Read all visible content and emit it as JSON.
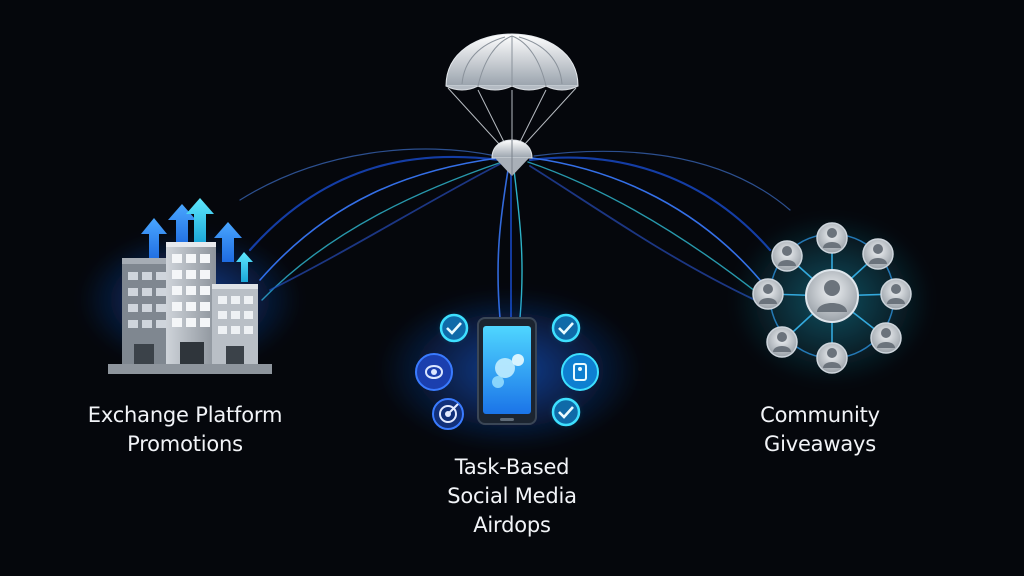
{
  "nodes": {
    "exchange": {
      "icon": "office-buildings-with-up-arrows-icon",
      "label_lines": [
        "Exchange Platform",
        "Promotions"
      ]
    },
    "tasks": {
      "icon": "smartphone-with-task-icons",
      "label_lines": [
        "Task-Based",
        "Social Media",
        "Airdops"
      ]
    },
    "community": {
      "icon": "user-network-icon",
      "label_lines": [
        "Community",
        "Giveaways"
      ]
    }
  },
  "hub": {
    "icon": "parachute-icon"
  },
  "colors": {
    "background": "#05070c",
    "connector_blue": "#3a7bff",
    "connector_cyan": "#35d0e8",
    "arrow_blue": "#2b8fff",
    "check_cyan": "#3ee0ff",
    "label_text": "#f2f4f8"
  }
}
